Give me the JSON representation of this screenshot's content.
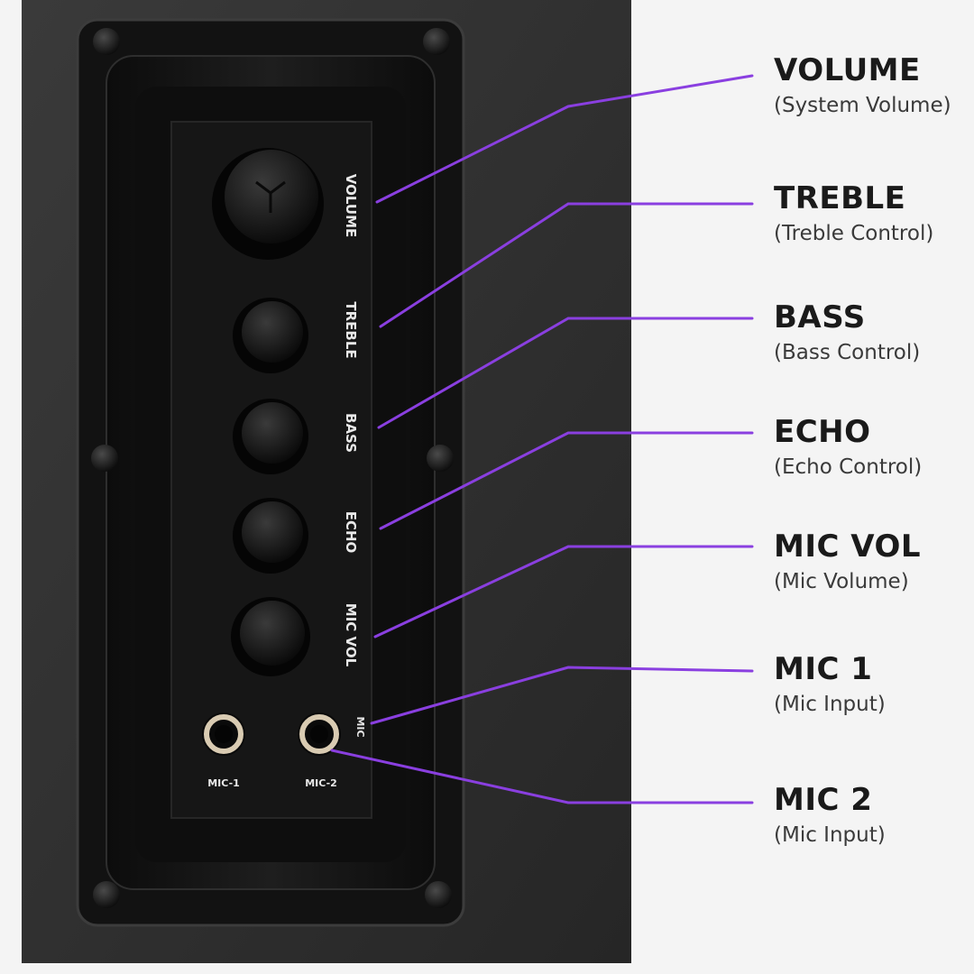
{
  "panel": {
    "knob_labels": [
      "VOLUME",
      "TREBLE",
      "BASS",
      "ECHO",
      "MIC VOL"
    ],
    "jack_labels": [
      "MIC-1",
      "MIC-2"
    ],
    "side_label": "MIC"
  },
  "callouts": [
    {
      "title": "VOLUME",
      "subtitle": "(System Volume)"
    },
    {
      "title": "TREBLE",
      "subtitle": "(Treble Control)"
    },
    {
      "title": "BASS",
      "subtitle": "(Bass Control)"
    },
    {
      "title": "ECHO",
      "subtitle": "(Echo Control)"
    },
    {
      "title": "MIC VOL",
      "subtitle": "(Mic Volume)"
    },
    {
      "title": "MIC 1",
      "subtitle": "(Mic Input)"
    },
    {
      "title": "MIC 2",
      "subtitle": "(Mic Input)"
    }
  ],
  "colors": {
    "leader_line": "#8a3fe0",
    "cabinet": "#2c2c2c",
    "panel": "#151515",
    "background": "#f4f4f4"
  }
}
